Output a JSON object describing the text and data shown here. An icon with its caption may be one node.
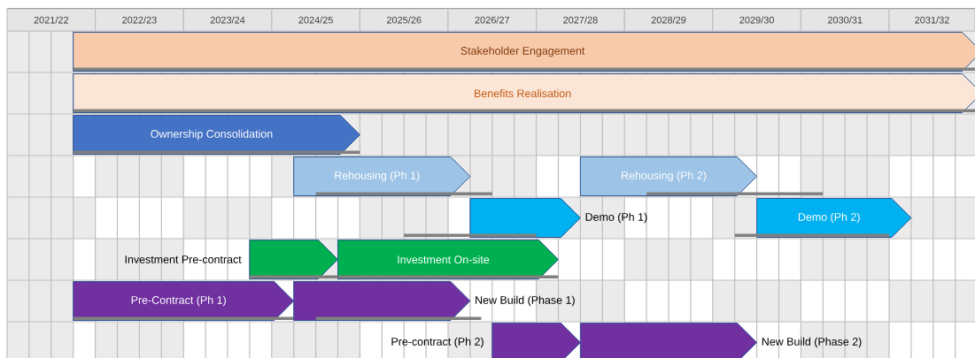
{
  "diagram": {
    "nodes": [
      {
        "text": [
          "Stakeholder Engagement"
        ]
      },
      {
        "text": [
          "Benefits Realisation"
        ]
      },
      {
        "text": [
          "Ownership Consolidation"
        ]
      },
      {
        "text": [
          "Rehousing (Ph 1)"
        ]
      },
      {
        "text": [
          "Rehousing (Ph 2)"
        ]
      },
      {
        "text": [],
        "shape": "arrow",
        "beside": [
          "Demo (Ph 1)"
        ]
      },
      {
        "text": [
          "Demo (Ph 2)"
        ]
      },
      {
        "text": [],
        "shape": "arrow",
        "beside": [
          "Investment Pre-contract"
        ]
      },
      {
        "text": [
          "Investment On-site"
        ]
      },
      {
        "text": [
          "Pre-Contract (Ph 1)"
        ]
      },
      {
        "text": [],
        "shape": "arrow",
        "beside": [
          "New Build (Phase 1)"
        ]
      },
      {
        "text": [],
        "shape": "arrow",
        "beside": [
          "Pre-contract (Ph 2)"
        ]
      },
      {
        "text": [],
        "shape": "arrow",
        "beside": [
          "New Build (Phase 2)"
        ]
      }
    ],
    "labels": [
      "2021/22",
      "2022/23",
      "2023/24",
      "2024/25",
      "2025/26",
      "2026/27",
      "2027/28",
      "2028/29",
      "2029/30",
      "2030/31",
      "2031/32"
    ]
  }
}
